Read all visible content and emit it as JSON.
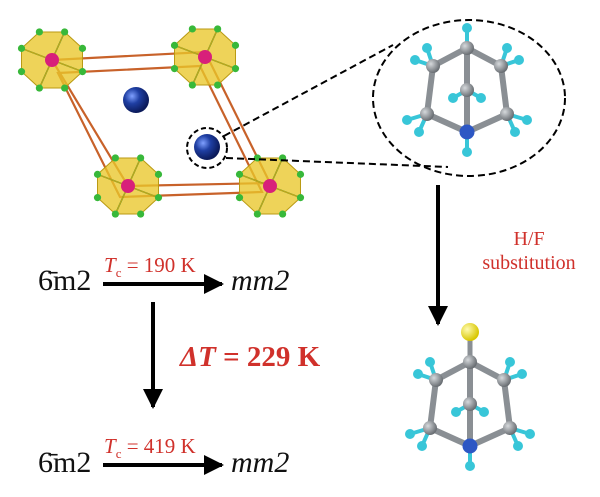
{
  "transition_top": {
    "from_group": "6̄m2",
    "to_group": "mm2",
    "tc_symbol": "T",
    "tc_subscript": "c",
    "tc_value": " = 190 K"
  },
  "delta": {
    "symbol": "ΔT",
    "value": " = 229 K"
  },
  "transition_bottom": {
    "from_group": "6̄m2",
    "to_group": "mm2",
    "tc_symbol": "T",
    "tc_subscript": "c",
    "tc_value": " = 419 K"
  },
  "substitution": {
    "line1": "H/F",
    "line2": "substitution"
  },
  "colors": {
    "label_red": "#d0312b",
    "octahedron_yellow": "#e9c62a",
    "octahedron_center": "#d8207a",
    "ligand_green": "#38b83a",
    "cation_blue": "#1f3fa3",
    "frame_orange": "#c8622a",
    "carbon_gray": "#8a8f94",
    "hydrogen_cyan": "#38c6d8",
    "nitrogen_blue": "#2d57c4",
    "fluorine_yellow": "#f2e21b"
  }
}
